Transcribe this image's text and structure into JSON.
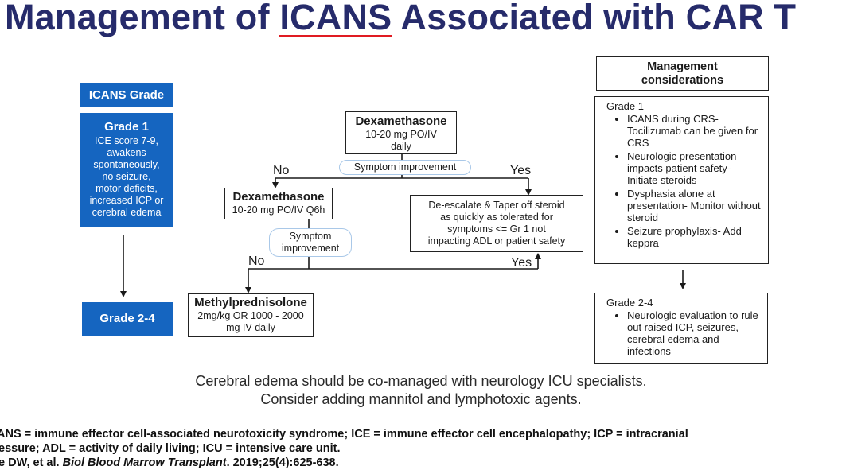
{
  "title": {
    "prefix": "Management of ",
    "highlight": "ICANS",
    "suffix": " Associated with CAR T"
  },
  "grades": {
    "header": "ICANS Grade",
    "grade1_title": "Grade 1",
    "grade1_lines": [
      "ICE score 7-9,",
      "awakens",
      "spontaneously,",
      "no seizure,",
      "motor deficits,",
      "increased ICP or",
      "cerebral edema"
    ],
    "grade24_title": "Grade 2-4"
  },
  "flow": {
    "dexa1": {
      "title": "Dexamethasone",
      "lines": [
        "10-20 mg PO/IV",
        "daily"
      ]
    },
    "symptom1": "Symptom improvement",
    "no1": "No",
    "yes1": "Yes",
    "dexa2": {
      "title": "Dexamethasone",
      "lines": [
        "10-20 mg PO/IV Q6h"
      ]
    },
    "symptom2_lines": [
      "Symptom",
      "improvement"
    ],
    "no2": "No",
    "yes2": "Yes",
    "deescalate_lines": [
      "De-escalate & Taper off steroid",
      "as quickly as tolerated for",
      "symptoms <= Gr 1 not",
      "impacting ADL or patient safety"
    ],
    "methyl": {
      "title": "Methylprednisolone",
      "lines": [
        "2mg/kg OR 1000 - 2000",
        "mg IV daily"
      ]
    }
  },
  "management": {
    "header_lines": [
      "Management",
      "considerations"
    ],
    "grade1": {
      "title": "Grade 1",
      "items": [
        "ICANS  during CRS- Tocilizumab can be given for CRS",
        "Neurologic presentation impacts patient safety- Initiate steroids",
        "Dysphasia alone at presentation- Monitor without steroid",
        "Seizure prophylaxis- Add keppra"
      ]
    },
    "grade24": {
      "title": "Grade 2-4",
      "items": [
        "Neurologic evaluation to rule out raised ICP, seizures, cerebral edema and infections"
      ]
    }
  },
  "note": {
    "line1": "Cerebral edema should be co-managed with neurology ICU specialists.",
    "line2": "Consider adding mannitol and lymphotoxic agents."
  },
  "footnote": {
    "line1": "ANS = immune effector cell-associated neurotoxicity syndrome; ICE = immune effector cell encephalopathy; ICP = intracranial",
    "line2": "essure; ADL = activity of daily living; ICU = intensive care unit.",
    "line3_prefix": "e DW, et al. ",
    "line3_journal": "Biol Blood Marrow Transplant",
    "line3_suffix": ". 2019;25(4):625-638."
  },
  "colors": {
    "title": "#262b6b",
    "underline": "#e01b22",
    "grade_fill": "#1565c0",
    "pill_border": "#a9c8e8"
  }
}
